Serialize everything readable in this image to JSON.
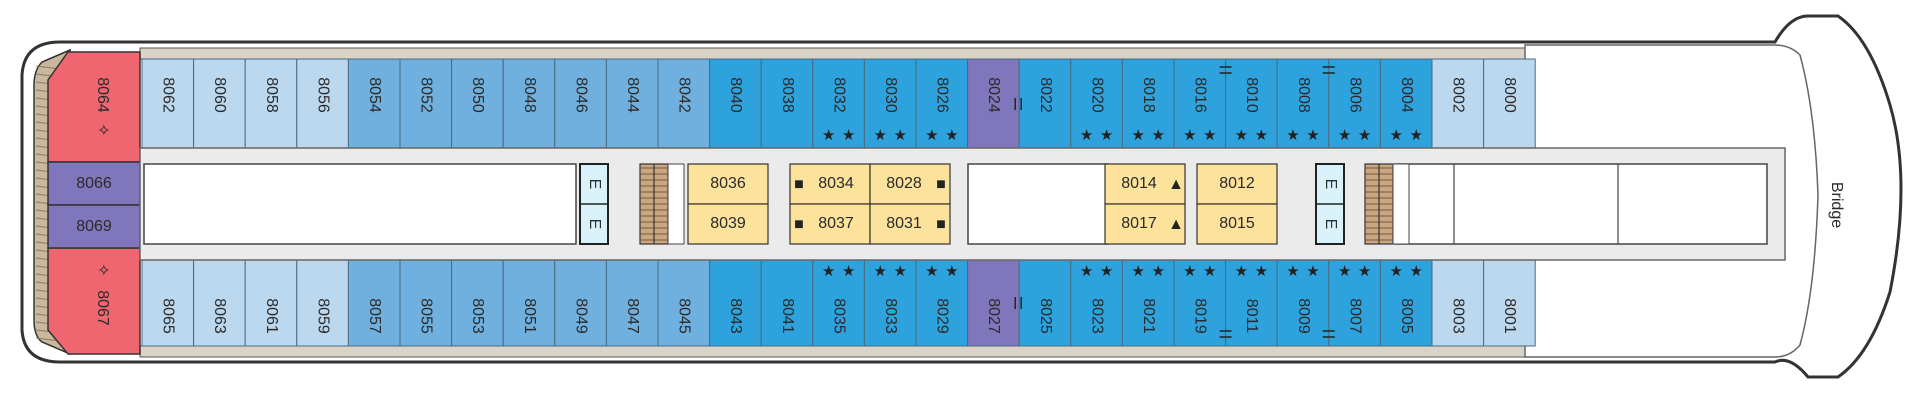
{
  "deck": {
    "bridge_label": "Bridge",
    "colors": {
      "pale_blue": "#bcd8ee",
      "mid_blue": "#6fb0de",
      "deep_blue": "#2ea2dc",
      "purple": "#8076bb",
      "red_suite": "#ef6670",
      "yellow": "#fde29c",
      "elevator": "#d9f1f8",
      "stair": "#caa682",
      "hull": "#333333",
      "corridor": "#ebebeb"
    },
    "top_row": [
      {
        "num": "8062",
        "color": "pale_blue",
        "stars": 0
      },
      {
        "num": "8060",
        "color": "pale_blue",
        "stars": 0
      },
      {
        "num": "8058",
        "color": "pale_blue",
        "stars": 0
      },
      {
        "num": "8056",
        "color": "pale_blue",
        "stars": 0
      },
      {
        "num": "8054",
        "color": "mid_blue",
        "stars": 0
      },
      {
        "num": "8052",
        "color": "mid_blue",
        "stars": 0
      },
      {
        "num": "8050",
        "color": "mid_blue",
        "stars": 0
      },
      {
        "num": "8048",
        "color": "mid_blue",
        "stars": 0
      },
      {
        "num": "8046",
        "color": "mid_blue",
        "stars": 0
      },
      {
        "num": "8044",
        "color": "mid_blue",
        "stars": 0
      },
      {
        "num": "8042",
        "color": "mid_blue",
        "stars": 0
      },
      {
        "num": "8040",
        "color": "deep_blue",
        "stars": 0
      },
      {
        "num": "8038",
        "color": "deep_blue",
        "stars": 0
      },
      {
        "num": "8032",
        "color": "deep_blue",
        "stars": 2
      },
      {
        "num": "8030",
        "color": "deep_blue",
        "stars": 2
      },
      {
        "num": "8026",
        "color": "deep_blue",
        "stars": 2
      },
      {
        "num": "8024",
        "color": "purple",
        "stars": 0
      },
      {
        "num": "8022",
        "color": "deep_blue",
        "stars": 0
      },
      {
        "num": "8020",
        "color": "deep_blue",
        "stars": 2
      },
      {
        "num": "8018",
        "color": "deep_blue",
        "stars": 2
      },
      {
        "num": "8016",
        "color": "deep_blue",
        "stars": 2
      },
      {
        "num": "8010",
        "color": "deep_blue",
        "stars": 2
      },
      {
        "num": "8008",
        "color": "deep_blue",
        "stars": 2
      },
      {
        "num": "8006",
        "color": "deep_blue",
        "stars": 2
      },
      {
        "num": "8004",
        "color": "deep_blue",
        "stars": 2
      },
      {
        "num": "8002",
        "color": "pale_blue",
        "stars": 0
      },
      {
        "num": "8000",
        "color": "pale_blue",
        "stars": 0
      }
    ],
    "bottom_row": [
      {
        "num": "8065",
        "color": "pale_blue",
        "stars": 0
      },
      {
        "num": "8063",
        "color": "pale_blue",
        "stars": 0
      },
      {
        "num": "8061",
        "color": "pale_blue",
        "stars": 0
      },
      {
        "num": "8059",
        "color": "pale_blue",
        "stars": 0
      },
      {
        "num": "8057",
        "color": "mid_blue",
        "stars": 0
      },
      {
        "num": "8055",
        "color": "mid_blue",
        "stars": 0
      },
      {
        "num": "8053",
        "color": "mid_blue",
        "stars": 0
      },
      {
        "num": "8051",
        "color": "mid_blue",
        "stars": 0
      },
      {
        "num": "8049",
        "color": "mid_blue",
        "stars": 0
      },
      {
        "num": "8047",
        "color": "mid_blue",
        "stars": 0
      },
      {
        "num": "8045",
        "color": "mid_blue",
        "stars": 0
      },
      {
        "num": "8043",
        "color": "deep_blue",
        "stars": 0
      },
      {
        "num": "8041",
        "color": "deep_blue",
        "stars": 0
      },
      {
        "num": "8035",
        "color": "deep_blue",
        "stars": 2
      },
      {
        "num": "8033",
        "color": "deep_blue",
        "stars": 2
      },
      {
        "num": "8029",
        "color": "deep_blue",
        "stars": 2
      },
      {
        "num": "8027",
        "color": "purple",
        "stars": 0
      },
      {
        "num": "8025",
        "color": "deep_blue",
        "stars": 0
      },
      {
        "num": "8023",
        "color": "deep_blue",
        "stars": 2
      },
      {
        "num": "8021",
        "color": "deep_blue",
        "stars": 2
      },
      {
        "num": "8019",
        "color": "deep_blue",
        "stars": 2
      },
      {
        "num": "8011",
        "color": "deep_blue",
        "stars": 2
      },
      {
        "num": "8009",
        "color": "deep_blue",
        "stars": 2
      },
      {
        "num": "8007",
        "color": "deep_blue",
        "stars": 2
      },
      {
        "num": "8005",
        "color": "deep_blue",
        "stars": 2
      },
      {
        "num": "8003",
        "color": "pale_blue",
        "stars": 0
      },
      {
        "num": "8001",
        "color": "pale_blue",
        "stars": 0
      }
    ],
    "aft_suites": {
      "top": "8064",
      "bottom": "8067",
      "symbol": "✧"
    },
    "aft_mid": [
      "8066",
      "8069"
    ],
    "elevator_label": "E",
    "star_char": "★",
    "inner_groups": [
      {
        "cells": [
          {
            "num": "8036",
            "sym": "",
            "sym_side": ""
          },
          {
            "num": "8039",
            "sym": "",
            "sym_side": ""
          }
        ]
      },
      {
        "cells": [
          {
            "num": "8034",
            "sym": "■",
            "sym_side": "left"
          },
          {
            "num": "8037",
            "sym": "■",
            "sym_side": "left"
          },
          {
            "num": "8028",
            "sym": "■",
            "sym_side": "right"
          },
          {
            "num": "8031",
            "sym": "■",
            "sym_side": "right"
          }
        ]
      },
      {
        "cells": [
          {
            "num": "8014",
            "sym": "▲",
            "sym_side": "right"
          },
          {
            "num": "8017",
            "sym": "▲",
            "sym_side": "right"
          }
        ]
      },
      {
        "cells": [
          {
            "num": "8012",
            "sym": "",
            "sym_side": ""
          },
          {
            "num": "8015",
            "sym": "",
            "sym_side": ""
          }
        ]
      }
    ]
  }
}
